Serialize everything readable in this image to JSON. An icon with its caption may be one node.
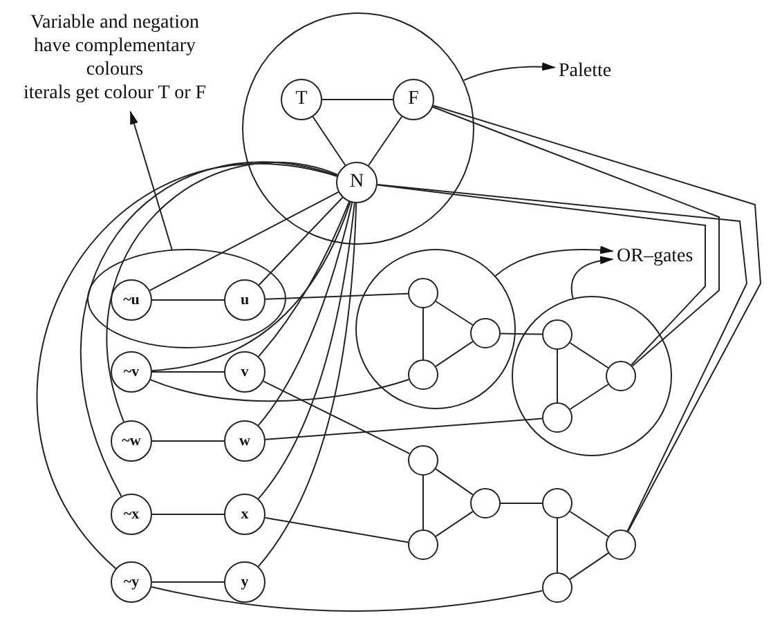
{
  "diagram": {
    "nodes": [
      {
        "text": [
          "Variable and negation have complementary colours",
          "iterals get colour T or F"
        ]
      },
      {
        "text": [],
        "shape": "circle"
      },
      {
        "text": [
          "T"
        ],
        "in": 1
      },
      {
        "text": [
          "F"
        ],
        "in": 1
      },
      {
        "text": [
          "N"
        ],
        "in": 1
      },
      {
        "text": [
          "Palette"
        ]
      },
      {
        "text": [],
        "shape": "ellipse"
      },
      {
        "text": [
          "~u"
        ],
        "in": 6
      },
      {
        "text": [
          "u"
        ],
        "in": 6
      },
      {
        "text": [
          "OR–gates"
        ]
      },
      {
        "text": [],
        "shape": "circle"
      },
      {
        "text": [],
        "shape": "circle",
        "in": 10
      },
      {
        "text": [],
        "shape": "circle",
        "in": 10
      },
      {
        "text": [],
        "shape": "circle",
        "in": 10
      },
      {
        "text": [],
        "shape": "circle"
      },
      {
        "text": [],
        "shape": "circle",
        "in": 14
      },
      {
        "text": [],
        "shape": "circle",
        "in": 14
      },
      {
        "text": [],
        "shape": "circle",
        "in": 14
      },
      {
        "text": [
          "~v"
        ]
      },
      {
        "text": [
          "v"
        ]
      },
      {
        "text": [
          "~w"
        ]
      },
      {
        "text": [
          "w"
        ]
      },
      {
        "text": [
          "~x"
        ]
      },
      {
        "text": [
          "x"
        ]
      },
      {
        "text": [],
        "shape": "circle"
      },
      {
        "text": [],
        "shape": "circle"
      },
      {
        "text": [],
        "shape": "circle"
      },
      {
        "text": [],
        "shape": "circle"
      },
      {
        "text": [],
        "shape": "circle"
      },
      {
        "text": [],
        "shape": "circle"
      },
      {
        "text": [
          "~y"
        ]
      },
      {
        "text": [
          "y"
        ]
      }
    ],
    "edges": [
      {
        "from": 2,
        "to": 3,
        "arrow": "none"
      },
      {
        "from": 2,
        "to": 4,
        "arrow": "none"
      },
      {
        "from": 3,
        "to": 4,
        "arrow": "none"
      },
      {
        "from": 1,
        "to": 5,
        "arrow": "to"
      },
      {
        "from": 6,
        "to": 0,
        "arrow": "to"
      },
      {
        "from": 7,
        "to": 8,
        "arrow": "none"
      },
      {
        "from": 18,
        "to": 19,
        "arrow": "none"
      },
      {
        "from": 20,
        "to": 21,
        "arrow": "none"
      },
      {
        "from": 22,
        "to": 23,
        "arrow": "none"
      },
      {
        "from": 30,
        "to": 31,
        "arrow": "none"
      },
      {
        "from": 4,
        "to": 7,
        "arrow": "none"
      },
      {
        "from": 4,
        "to": 8,
        "arrow": "none"
      },
      {
        "from": 4,
        "to": 18,
        "arrow": "none"
      },
      {
        "from": 4,
        "to": 19,
        "arrow": "none"
      },
      {
        "from": 4,
        "to": 20,
        "arrow": "none"
      },
      {
        "from": 4,
        "to": 21,
        "arrow": "none"
      },
      {
        "from": 4,
        "to": 22,
        "arrow": "none"
      },
      {
        "from": 4,
        "to": 23,
        "arrow": "none"
      },
      {
        "from": 4,
        "to": 30,
        "arrow": "none"
      },
      {
        "from": 4,
        "to": 31,
        "arrow": "none"
      },
      {
        "from": 8,
        "to": 11,
        "arrow": "none"
      },
      {
        "from": 18,
        "to": 12,
        "arrow": "none"
      },
      {
        "from": 19,
        "to": 24,
        "arrow": "none"
      },
      {
        "from": 21,
        "to": 16,
        "arrow": "none"
      },
      {
        "from": 23,
        "to": 25,
        "arrow": "none"
      },
      {
        "from": 30,
        "to": 28,
        "arrow": "none"
      },
      {
        "from": 13,
        "to": 15,
        "arrow": "none"
      },
      {
        "from": 26,
        "to": 27,
        "arrow": "none"
      },
      {
        "from": 11,
        "to": 12,
        "arrow": "none"
      },
      {
        "from": 11,
        "to": 13,
        "arrow": "none"
      },
      {
        "from": 12,
        "to": 13,
        "arrow": "none"
      },
      {
        "from": 15,
        "to": 16,
        "arrow": "none"
      },
      {
        "from": 15,
        "to": 17,
        "arrow": "none"
      },
      {
        "from": 16,
        "to": 17,
        "arrow": "none"
      },
      {
        "from": 24,
        "to": 25,
        "arrow": "none"
      },
      {
        "from": 24,
        "to": 26,
        "arrow": "none"
      },
      {
        "from": 25,
        "to": 26,
        "arrow": "none"
      },
      {
        "from": 27,
        "to": 28,
        "arrow": "none"
      },
      {
        "from": 27,
        "to": 29,
        "arrow": "none"
      },
      {
        "from": 28,
        "to": 29,
        "arrow": "none"
      },
      {
        "from": 3,
        "to": 17,
        "arrow": "none"
      },
      {
        "from": 4,
        "to": 17,
        "arrow": "none"
      },
      {
        "from": 3,
        "to": 29,
        "arrow": "none"
      },
      {
        "from": 4,
        "to": 29,
        "arrow": "none"
      },
      {
        "from": 10,
        "to": 9,
        "arrow": "to"
      },
      {
        "from": 14,
        "to": 9,
        "arrow": "to"
      }
    ]
  }
}
